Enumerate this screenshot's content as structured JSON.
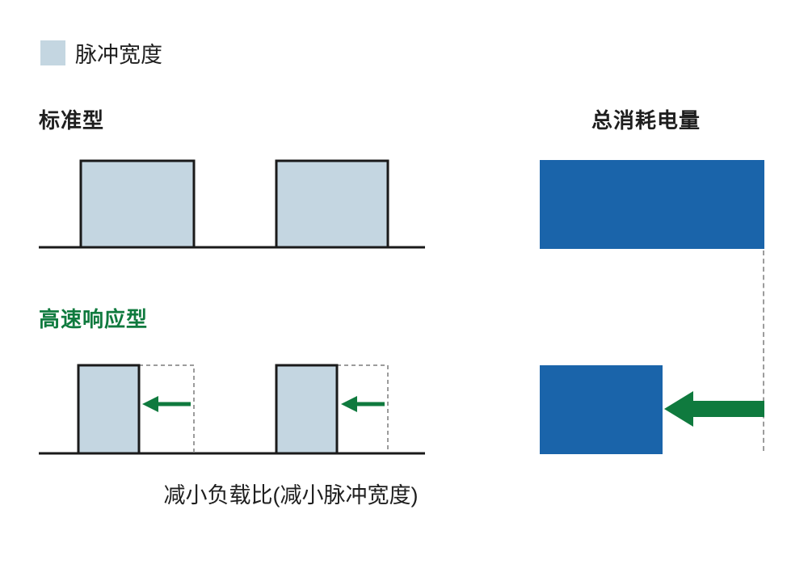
{
  "legend": {
    "label": "脉冲宽度",
    "swatch_color": "#c4d6e1"
  },
  "headings": {
    "standard": "标准型",
    "total_consumption": "总消耗电量",
    "highspeed": "高速响应型"
  },
  "caption": "减小负载比(减小脉冲宽度)",
  "colors": {
    "pulse_fill": "#c4d6e1",
    "bar_blue": "#1a64aa",
    "green": "#0f7a3e",
    "line_black": "#1a1a1a",
    "dashed_gray": "#9c9c9c"
  }
}
